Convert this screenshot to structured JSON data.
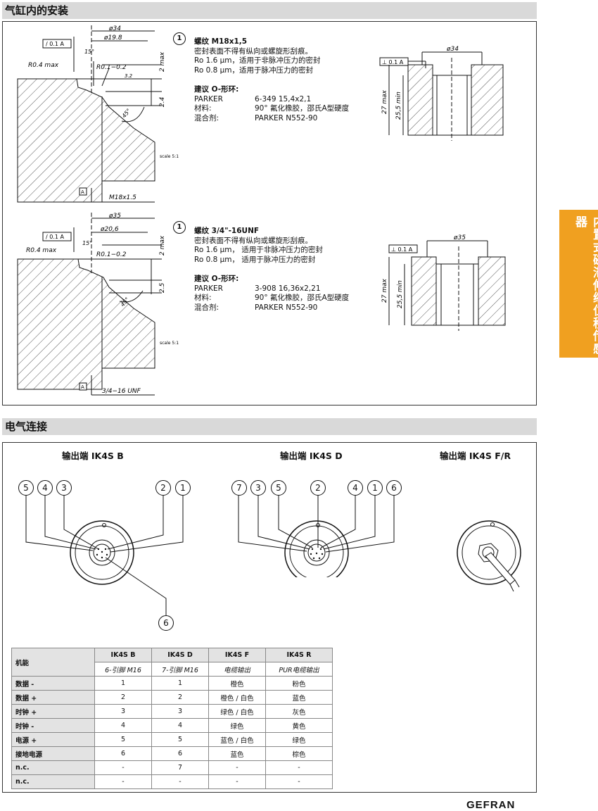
{
  "sections": {
    "install_title": "气缸内的安装",
    "electrical_title": "电气连接"
  },
  "side_tab": "内置式磁滞伸缩位移传感器",
  "install": {
    "variant1": {
      "num": "1",
      "title": "螺纹 M18x1,5",
      "lines": [
        "密封表面不得有纵向或螺旋形刮痕。",
        "Ro 1.6 µm，适用于非脉冲压力的密封",
        "Ro 0.8 µm，适用于脉冲压力的密封"
      ],
      "oring_title": "建议 O-形环:",
      "rows": [
        {
          "k": "PARKER",
          "v": "6-349 15,4x2,1"
        },
        {
          "k": "材料:",
          "v": "90° 氟化橡胶，邵氏A型硬度"
        },
        {
          "k": "混合剂:",
          "v": "PARKER N552-90"
        }
      ],
      "dims": {
        "d_outer": "ø34",
        "d_inner": "ø19.8",
        "tol": "0.1",
        "ref": "A",
        "r_big": "R0.4 max",
        "r_small": "R0.1−0.2",
        "angle": "15°",
        "h1": "2 max",
        "h2": "2.4",
        "bev": "3.2",
        "angle45": "45°",
        "scale": "scale 5:1",
        "thread": "M18x1.5",
        "hole_d": "ø34",
        "hole_h": "27 max",
        "hole_min": "25,5 min"
      }
    },
    "variant2": {
      "num": "1",
      "title": "螺纹 3/4\"-16UNF",
      "lines": [
        "密封表面不得有纵向或螺旋形刮痕。",
        "Ro 1.6 µm， 适用于非脉冲压力的密封",
        "Ro 0.8 µm， 适用于脉冲压力的密封"
      ],
      "oring_title": "建议 O-形环:",
      "rows": [
        {
          "k": "PARKER",
          "v": "3-908 16,36x2,21"
        },
        {
          "k": "材料:",
          "v": "90° 氟化橡胶，邵氏A型硬度"
        },
        {
          "k": "混合剂:",
          "v": "PARKER N552-90"
        }
      ],
      "dims": {
        "d_outer": "ø35",
        "d_inner": "ø20,6",
        "tol": "0.1",
        "ref": "A",
        "r_big": "R0.4 max",
        "r_small": "R0.1−0.2",
        "angle": "15°",
        "h1": "2 max",
        "h2": "2.5",
        "angle45": "45°",
        "scale": "scale 5:1",
        "thread": "3/4−16 UNF",
        "hole_d": "ø35",
        "hole_h": "27 max",
        "hole_min": "25,5 min"
      }
    }
  },
  "connectors": [
    {
      "title": "输出端 IK4S B",
      "pins": [
        "5",
        "4",
        "3",
        "2",
        "1",
        "6"
      ]
    },
    {
      "title": "输出端 IK4S D",
      "pins": [
        "7",
        "3",
        "5",
        "2",
        "4",
        "1",
        "6"
      ]
    },
    {
      "title": "输出端 IK4S F/R",
      "pins": []
    }
  ],
  "table": {
    "func_header": "机能",
    "columns": [
      {
        "name": "IK4S B",
        "sub": "6-引脚 M16"
      },
      {
        "name": "IK4S D",
        "sub": "7-引脚 M16"
      },
      {
        "name": "IK4S F",
        "sub": "电缆输出"
      },
      {
        "name": "IK4S R",
        "sub": "PUR电缆输出"
      }
    ],
    "rows": [
      {
        "label": "数据 -",
        "cells": [
          "1",
          "1",
          "橙色",
          "粉色"
        ]
      },
      {
        "label": "数据 +",
        "cells": [
          "2",
          "2",
          "橙色 / 白色",
          "蓝色"
        ]
      },
      {
        "label": "时钟 +",
        "cells": [
          "3",
          "3",
          "绿色 / 白色",
          "灰色"
        ]
      },
      {
        "label": "时钟 -",
        "cells": [
          "4",
          "4",
          "绿色",
          "黄色"
        ]
      },
      {
        "label": "电源 +",
        "cells": [
          "5",
          "5",
          "蓝色 / 白色",
          "绿色"
        ]
      },
      {
        "label": "接地电源",
        "cells": [
          "6",
          "6",
          "蓝色",
          "棕色"
        ]
      },
      {
        "label": "n.c.",
        "cells": [
          "-",
          "7",
          "-",
          "-"
        ]
      },
      {
        "label": "n.c.",
        "cells": [
          "-",
          "-",
          "-",
          "-"
        ]
      }
    ]
  },
  "brand": "GEFRAN",
  "colors": {
    "tab": "#f0a020",
    "header": "#d9d9d9"
  }
}
